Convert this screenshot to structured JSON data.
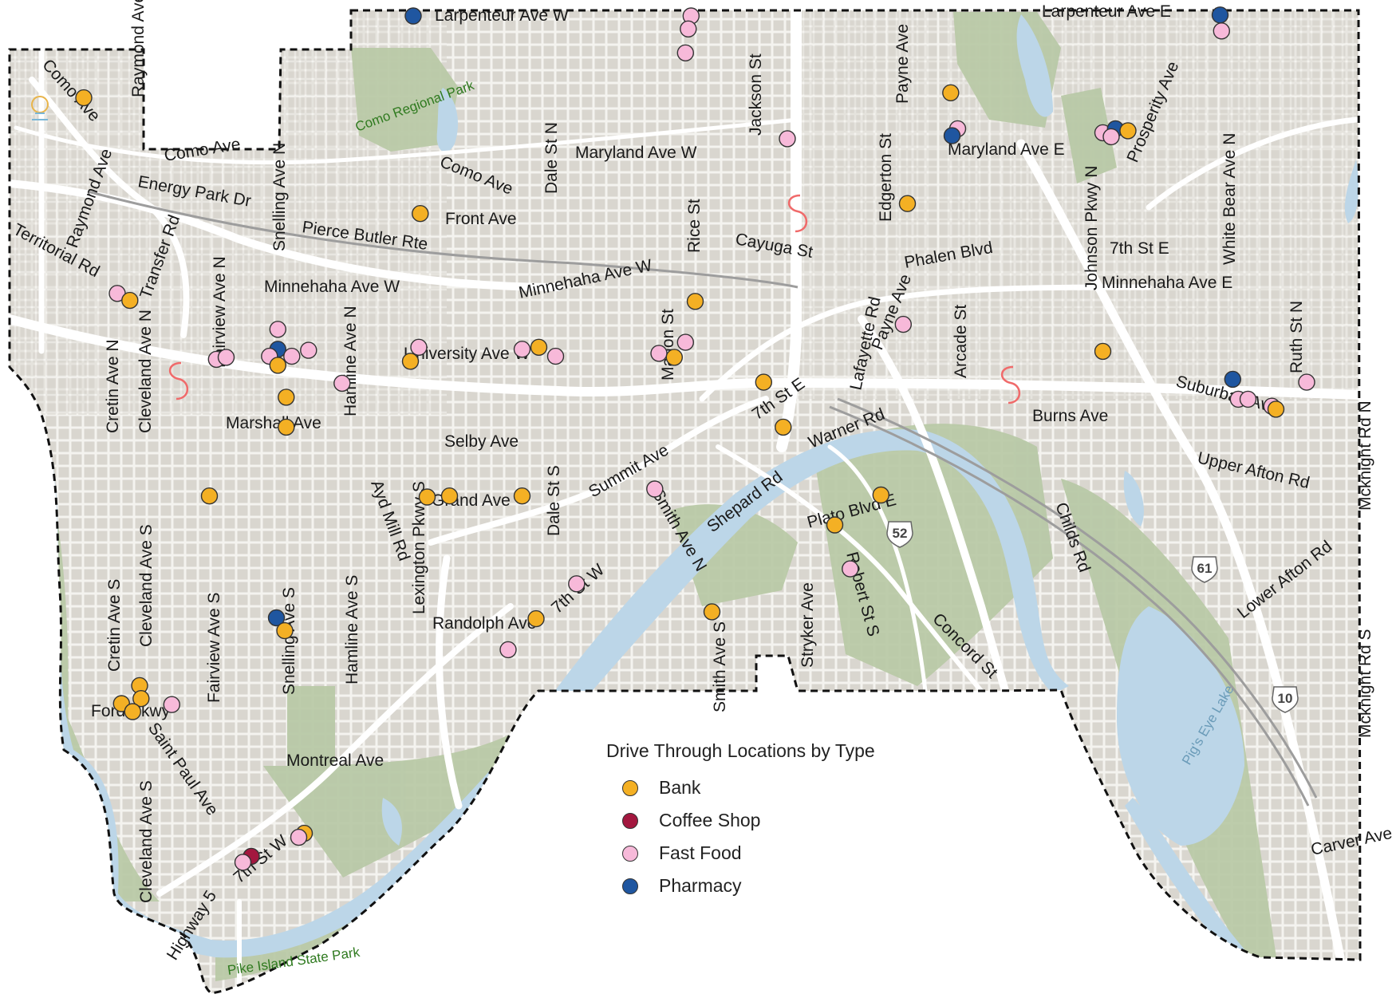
{
  "legend": {
    "title": "Drive Through Locations by Type",
    "items": [
      {
        "label": "Bank",
        "color": "#f4b024"
      },
      {
        "label": "Coffee Shop",
        "color": "#a3173f"
      },
      {
        "label": "Fast Food",
        "color": "#f7b9d9"
      },
      {
        "label": "Pharmacy",
        "color": "#1f56a0"
      }
    ]
  },
  "parks": [
    "Como Regional Park",
    "Pike Island State Park"
  ],
  "water": [
    "Pig's Eye Lake"
  ],
  "highways": [
    "52",
    "61",
    "10"
  ],
  "streets": [
    "Larpenteur Ave W",
    "Larpenteur Ave E",
    "Como Ave",
    "Raymond Ave",
    "Como Ave",
    "Raymond Ave",
    "Energy Park Dr",
    "Territorial Rd",
    "Transfer Rd",
    "Snelling Ave N",
    "Como Ave",
    "Dale St N",
    "Maryland Ave W",
    "Jackson St",
    "Payne Ave",
    "Edgerton St",
    "Maryland Ave E",
    "Prosperity Ave",
    "White Bear Ave N",
    "Front Ave",
    "Pierce Butler Rte",
    "Rice St",
    "Cayuga St",
    "Phalen Blvd",
    "Johnson Pkwy N",
    "7th St E",
    "Minnehaha Ave W",
    "Minnehaha Ave W",
    "Minnehaha Ave E",
    "Fairview Ave N",
    "Lafayette Rd",
    "Payne Ave",
    "Arcade St",
    "Ruth St N",
    "University Ave W",
    "Marion St",
    "Hamline Ave N",
    "Cretin Ave N",
    "Cleveland Ave N",
    "Marshall Ave",
    "7th St E",
    "Suburban Ave",
    "Burns Ave",
    "Mcknight Rd N",
    "Selby Ave",
    "Summit Ave",
    "Warner Rd",
    "Upper Afton Rd",
    "Ayd Mill Rd",
    "Lexington Pkwy S",
    "Grand Ave",
    "Dale St S",
    "Shepard Rd",
    "Smith Ave N",
    "Plato Blvd E",
    "Childs Rd",
    "Robert St S",
    "Lower Afton Rd",
    "Cretin Ave S",
    "Cleveland Ave S",
    "Fairview Ave S",
    "Snelling Ave S",
    "Hamline Ave S",
    "7th St W",
    "Randolph Ave",
    "Smith Ave S",
    "Stryker Ave",
    "Concord St",
    "Mcknight Rd S",
    "Ford Pkwy",
    "Saint Paul Ave",
    "Montreal Ave",
    "Cleveland Ave S",
    "Highway 5",
    "7th St W",
    "Carver Ave"
  ],
  "locations": [
    {
      "type": "Pharmacy",
      "lon": 0.296,
      "lat": 0.016
    },
    {
      "type": "Fast Food",
      "lon": 0.495,
      "lat": 0.016
    },
    {
      "type": "Fast Food",
      "lon": 0.493,
      "lat": 0.029
    },
    {
      "type": "Fast Food",
      "lon": 0.491,
      "lat": 0.053
    },
    {
      "type": "Pharmacy",
      "lon": 0.874,
      "lat": 0.015
    },
    {
      "type": "Fast Food",
      "lon": 0.875,
      "lat": 0.031
    },
    {
      "type": "Bank",
      "lon": 0.06,
      "lat": 0.098
    },
    {
      "type": "Bank",
      "lon": 0.681,
      "lat": 0.093
    },
    {
      "type": "Fast Food",
      "lon": 0.564,
      "lat": 0.139
    },
    {
      "type": "Fast Food",
      "lon": 0.686,
      "lat": 0.129
    },
    {
      "type": "Pharmacy",
      "lon": 0.682,
      "lat": 0.136
    },
    {
      "type": "Fast Food",
      "lon": 0.79,
      "lat": 0.133
    },
    {
      "type": "Pharmacy",
      "lon": 0.799,
      "lat": 0.129
    },
    {
      "type": "Bank",
      "lon": 0.808,
      "lat": 0.131
    },
    {
      "type": "Fast Food",
      "lon": 0.796,
      "lat": 0.137
    },
    {
      "type": "Bank",
      "lon": 0.65,
      "lat": 0.204
    },
    {
      "type": "Bank",
      "lon": 0.301,
      "lat": 0.214
    },
    {
      "type": "Fast Food",
      "lon": 0.084,
      "lat": 0.294
    },
    {
      "type": "Bank",
      "lon": 0.093,
      "lat": 0.301
    },
    {
      "type": "Bank",
      "lon": 0.498,
      "lat": 0.302
    },
    {
      "type": "Fast Food",
      "lon": 0.199,
      "lat": 0.33
    },
    {
      "type": "Pharmacy",
      "lon": 0.199,
      "lat": 0.35
    },
    {
      "type": "Fast Food",
      "lon": 0.193,
      "lat": 0.357
    },
    {
      "type": "Fast Food",
      "lon": 0.209,
      "lat": 0.357
    },
    {
      "type": "Fast Food",
      "lon": 0.221,
      "lat": 0.351
    },
    {
      "type": "Bank",
      "lon": 0.199,
      "lat": 0.366
    },
    {
      "type": "Fast Food",
      "lon": 0.155,
      "lat": 0.36
    },
    {
      "type": "Fast Food",
      "lon": 0.162,
      "lat": 0.358
    },
    {
      "type": "Fast Food",
      "lon": 0.245,
      "lat": 0.384
    },
    {
      "type": "Bank",
      "lon": 0.205,
      "lat": 0.398
    },
    {
      "type": "Bank",
      "lon": 0.205,
      "lat": 0.428
    },
    {
      "type": "Fast Food",
      "lon": 0.3,
      "lat": 0.348
    },
    {
      "type": "Bank",
      "lon": 0.294,
      "lat": 0.362
    },
    {
      "type": "Fast Food",
      "lon": 0.374,
      "lat": 0.35
    },
    {
      "type": "Bank",
      "lon": 0.386,
      "lat": 0.348
    },
    {
      "type": "Fast Food",
      "lon": 0.398,
      "lat": 0.357
    },
    {
      "type": "Fast Food",
      "lon": 0.491,
      "lat": 0.343
    },
    {
      "type": "Fast Food",
      "lon": 0.472,
      "lat": 0.354
    },
    {
      "type": "Bank",
      "lon": 0.483,
      "lat": 0.358
    },
    {
      "type": "Bank",
      "lon": 0.547,
      "lat": 0.383
    },
    {
      "type": "Bank",
      "lon": 0.561,
      "lat": 0.428
    },
    {
      "type": "Fast Food",
      "lon": 0.647,
      "lat": 0.325
    },
    {
      "type": "Bank",
      "lon": 0.79,
      "lat": 0.352
    },
    {
      "type": "Pharmacy",
      "lon": 0.883,
      "lat": 0.38
    },
    {
      "type": "Fast Food",
      "lon": 0.887,
      "lat": 0.4
    },
    {
      "type": "Fast Food",
      "lon": 0.894,
      "lat": 0.4
    },
    {
      "type": "Fast Food",
      "lon": 0.911,
      "lat": 0.407
    },
    {
      "type": "Bank",
      "lon": 0.914,
      "lat": 0.41
    },
    {
      "type": "Fast Food",
      "lon": 0.936,
      "lat": 0.383
    },
    {
      "type": "Bank",
      "lon": 0.15,
      "lat": 0.497
    },
    {
      "type": "Bank",
      "lon": 0.306,
      "lat": 0.498
    },
    {
      "type": "Bank",
      "lon": 0.322,
      "lat": 0.497
    },
    {
      "type": "Bank",
      "lon": 0.374,
      "lat": 0.497
    },
    {
      "type": "Fast Food",
      "lon": 0.469,
      "lat": 0.49
    },
    {
      "type": "Bank",
      "lon": 0.631,
      "lat": 0.496
    },
    {
      "type": "Bank",
      "lon": 0.598,
      "lat": 0.526
    },
    {
      "type": "Fast Food",
      "lon": 0.609,
      "lat": 0.57
    },
    {
      "type": "Fast Food",
      "lon": 0.413,
      "lat": 0.585
    },
    {
      "type": "Pharmacy",
      "lon": 0.198,
      "lat": 0.619
    },
    {
      "type": "Bank",
      "lon": 0.204,
      "lat": 0.632
    },
    {
      "type": "Bank",
      "lon": 0.384,
      "lat": 0.62
    },
    {
      "type": "Bank",
      "lon": 0.51,
      "lat": 0.613
    },
    {
      "type": "Fast Food",
      "lon": 0.364,
      "lat": 0.651
    },
    {
      "type": "Bank",
      "lon": 0.1,
      "lat": 0.687
    },
    {
      "type": "Bank",
      "lon": 0.101,
      "lat": 0.7
    },
    {
      "type": "Bank",
      "lon": 0.087,
      "lat": 0.705
    },
    {
      "type": "Bank",
      "lon": 0.095,
      "lat": 0.713
    },
    {
      "type": "Fast Food",
      "lon": 0.123,
      "lat": 0.706
    },
    {
      "type": "Bank",
      "lon": 0.218,
      "lat": 0.835
    },
    {
      "type": "Fast Food",
      "lon": 0.214,
      "lat": 0.839
    },
    {
      "type": "Coffee Shop",
      "lon": 0.18,
      "lat": 0.858
    },
    {
      "type": "Fast Food",
      "lon": 0.174,
      "lat": 0.864
    }
  ]
}
